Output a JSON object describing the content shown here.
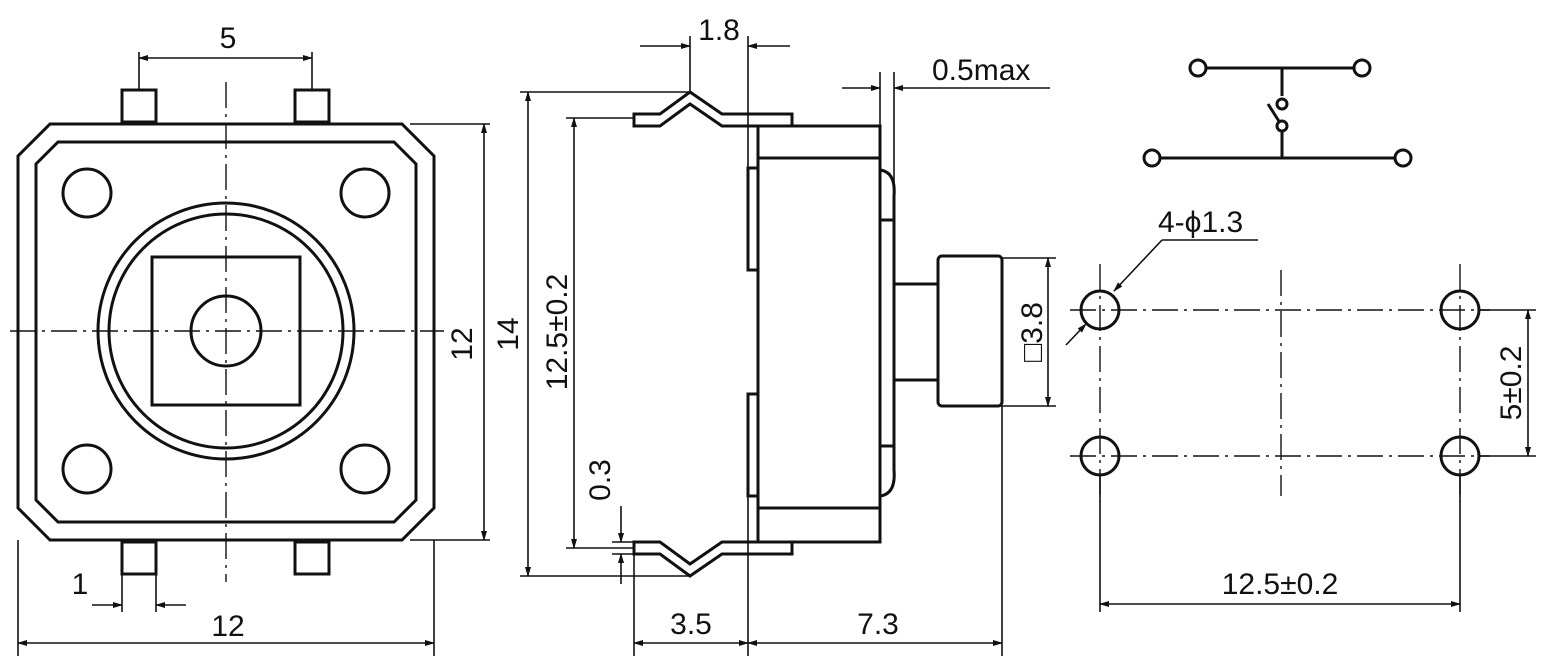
{
  "dimensions": {
    "top_view": {
      "pin_pitch": "5",
      "body_height": "12",
      "pin_width": "1",
      "body_width": "12"
    },
    "side_view": {
      "lead_offset": "1.8",
      "cap_protrusion": "0.5max",
      "total_height": "14",
      "lead_span": "12.5±0.2",
      "lead_thickness": "0.3",
      "lead_to_body": "3.5",
      "body_to_actuator": "7.3",
      "actuator_size": "□3.8"
    },
    "footprint": {
      "hole_spec": "4-ϕ1.3",
      "vertical_pitch": "5±0.2",
      "horizontal_pitch": "12.5±0.2"
    }
  }
}
